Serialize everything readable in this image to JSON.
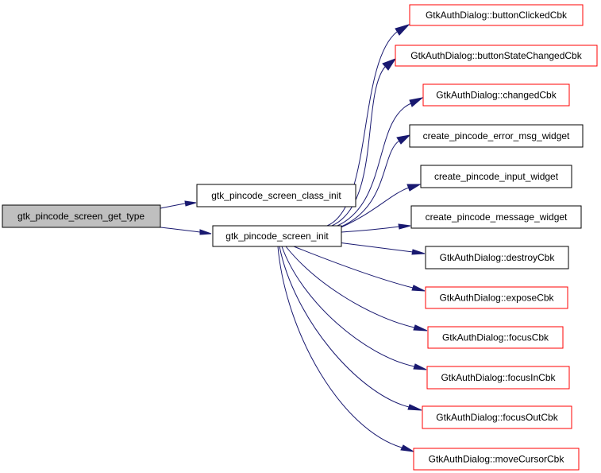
{
  "colors": {
    "edge": "#191970",
    "border_documented": "#000000",
    "border_undocumented": "#ff0000",
    "root_fill": "#bfbfbf",
    "node_fill": "#ffffff"
  },
  "nodes": {
    "root": {
      "label": "gtk_pincode_screen_get_type",
      "style": "root"
    },
    "class_init": {
      "label": "gtk_pincode_screen_class_init",
      "style": "documented"
    },
    "init": {
      "label": "gtk_pincode_screen_init",
      "style": "documented"
    },
    "button_clicked": {
      "label": "GtkAuthDialog::buttonClickedCbk",
      "style": "undocumented"
    },
    "button_state": {
      "label": "GtkAuthDialog::buttonStateChangedCbk",
      "style": "undocumented"
    },
    "changed": {
      "label": "GtkAuthDialog::changedCbk",
      "style": "undocumented"
    },
    "error_msg": {
      "label": "create_pincode_error_msg_widget",
      "style": "documented"
    },
    "input_widget": {
      "label": "create_pincode_input_widget",
      "style": "documented"
    },
    "message_widget": {
      "label": "create_pincode_message_widget",
      "style": "documented"
    },
    "destroy": {
      "label": "GtkAuthDialog::destroyCbk",
      "style": "documented"
    },
    "expose": {
      "label": "GtkAuthDialog::exposeCbk",
      "style": "undocumented"
    },
    "focus": {
      "label": "GtkAuthDialog::focusCbk",
      "style": "undocumented"
    },
    "focus_in": {
      "label": "GtkAuthDialog::focusInCbk",
      "style": "undocumented"
    },
    "focus_out": {
      "label": "GtkAuthDialog::focusOutCbk",
      "style": "undocumented"
    },
    "move_cursor": {
      "label": "GtkAuthDialog::moveCursorCbk",
      "style": "undocumented"
    }
  },
  "edges": [
    {
      "from": "root",
      "to": "class_init"
    },
    {
      "from": "root",
      "to": "init"
    },
    {
      "from": "init",
      "to": "button_clicked"
    },
    {
      "from": "init",
      "to": "button_state"
    },
    {
      "from": "init",
      "to": "changed"
    },
    {
      "from": "init",
      "to": "error_msg"
    },
    {
      "from": "init",
      "to": "input_widget"
    },
    {
      "from": "init",
      "to": "message_widget"
    },
    {
      "from": "init",
      "to": "destroy"
    },
    {
      "from": "init",
      "to": "expose"
    },
    {
      "from": "init",
      "to": "focus"
    },
    {
      "from": "init",
      "to": "focus_in"
    },
    {
      "from": "init",
      "to": "focus_out"
    },
    {
      "from": "init",
      "to": "move_cursor"
    }
  ]
}
